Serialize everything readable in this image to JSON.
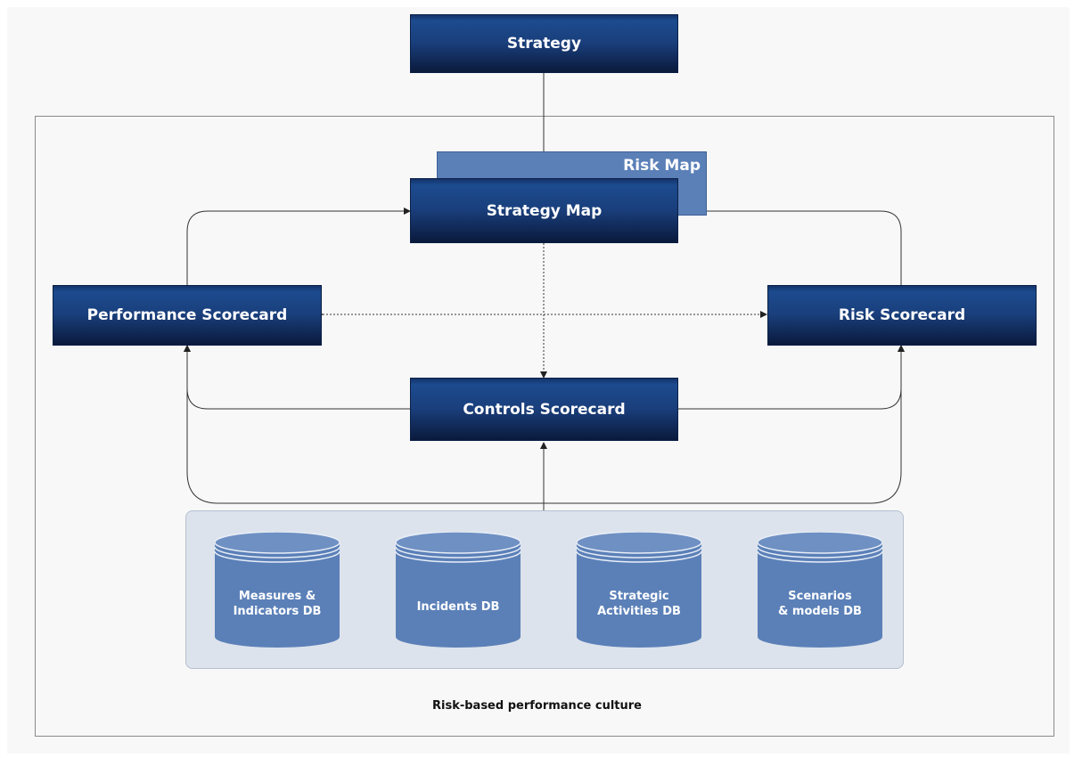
{
  "diagram": {
    "nodes": {
      "strategy": "Strategy",
      "risk_map": "Risk Map",
      "strategy_map": "Strategy Map",
      "performance_scorecard": "Performance Scorecard",
      "risk_scorecard": "Risk Scorecard",
      "controls_scorecard": "Controls Scorecard"
    },
    "databases": [
      {
        "label": "Measures &\nIndicators DB"
      },
      {
        "label": "Incidents DB"
      },
      {
        "label": "Strategic\nActivities DB"
      },
      {
        "label": "Scenarios\n& models DB"
      }
    ],
    "caption": "Risk-based performance culture"
  },
  "colors": {
    "box_dark": "#0a1a3c",
    "box_mid": "#1c4b8e",
    "risk_map": "#5b80b8",
    "cylinder": "#5b80b8",
    "panel": "#dde3ec"
  }
}
